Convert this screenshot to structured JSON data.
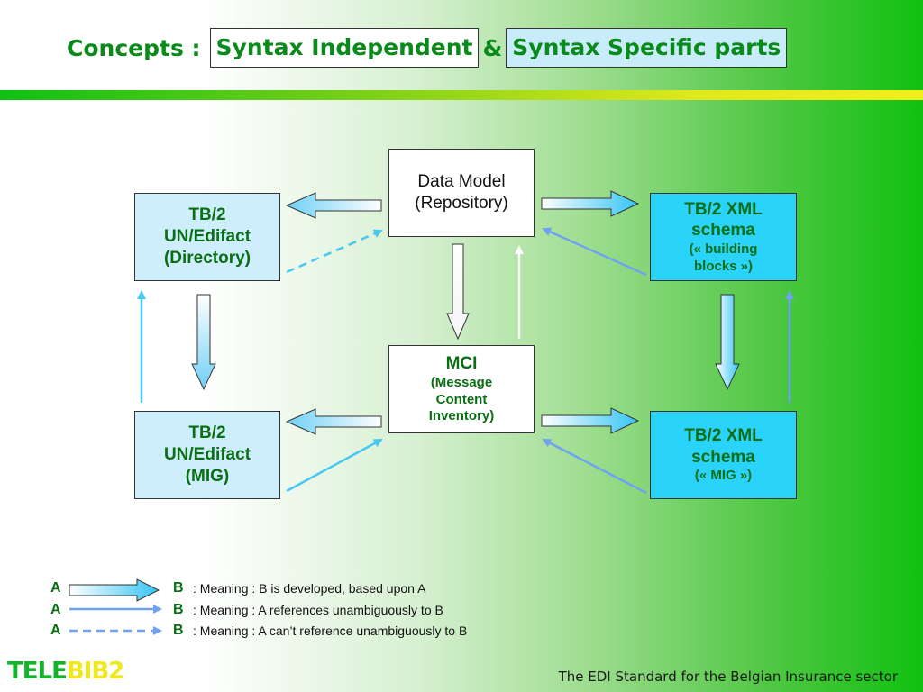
{
  "title": {
    "prefix": "Concepts :",
    "box1": "Syntax Independent",
    "amp": "&",
    "box2": "Syntax Specific parts"
  },
  "nodes": {
    "data_model": [
      "Data Model",
      "(Repository)"
    ],
    "mci": {
      "title": "MCI",
      "lines": [
        "(Message",
        "Content",
        "Inventory)"
      ]
    },
    "unedifact_directory": [
      "TB/2",
      "UN/Edifact",
      "(Directory)"
    ],
    "unedifact_mig": [
      "TB/2",
      "UN/Edifact",
      "(MIG)"
    ],
    "xml_building_blocks": {
      "lines": [
        "TB/2 XML",
        "schema"
      ],
      "sub": [
        "(« building",
        "blocks »)"
      ]
    },
    "xml_mig": {
      "lines": [
        "TB/2 XML",
        "schema"
      ],
      "sub": [
        "(« MIG »)"
      ]
    }
  },
  "legend": [
    {
      "a": "A",
      "b": "B",
      "text": ": Meaning : B is developed, based upon A",
      "arrow": "block"
    },
    {
      "a": "A",
      "b": "B",
      "text": ": Meaning : A references unambiguously to B",
      "arrow": "solid"
    },
    {
      "a": "A",
      "b": "B",
      "text": ": Meaning : A can’t reference unambiguously to B",
      "arrow": "dashed"
    }
  ],
  "logo": {
    "part1": "TELE",
    "part2": "BIB2"
  },
  "footer": "The EDI Standard for the Belgian Insurance sector",
  "colors": {
    "title_green": "#0a8a1a",
    "light_box": "#cdeefa",
    "cyan_box": "#2ad3fa",
    "ref_arrow": "#6fa2f0"
  }
}
